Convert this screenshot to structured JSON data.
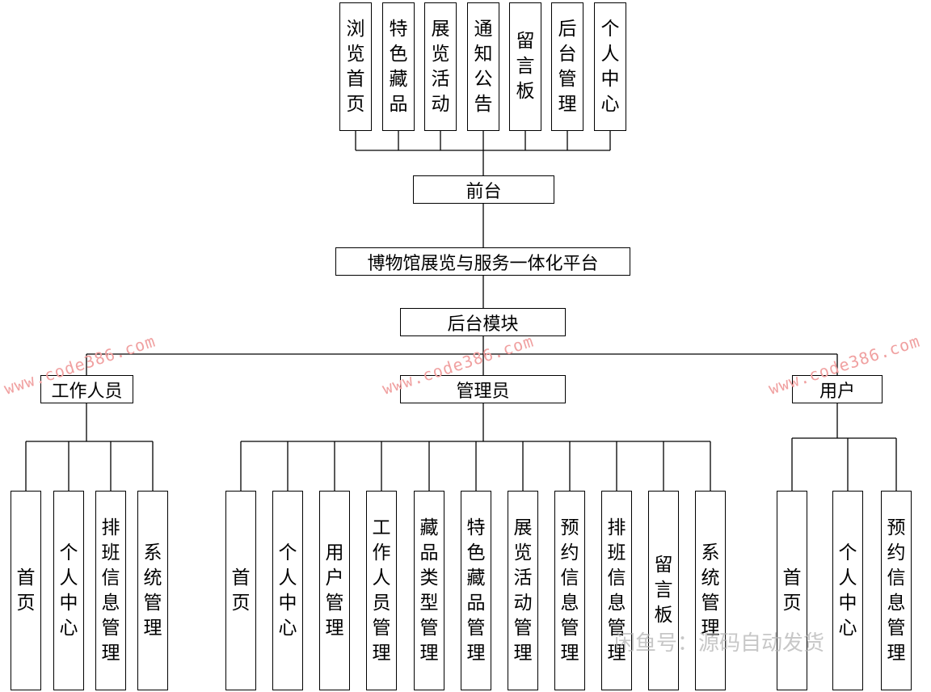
{
  "title": "博物馆展览与服务一体化平台",
  "frontend": {
    "label": "前台",
    "items": [
      "浏览首页",
      "特色藏品",
      "展览活动",
      "通知公告",
      "留言板",
      "后台管理",
      "个人中心"
    ]
  },
  "backend": {
    "label": "后台模块",
    "roles": [
      {
        "label": "工作人员",
        "items": [
          "首页",
          "个人中心",
          "排班信息管理",
          "系统管理"
        ]
      },
      {
        "label": "管理员",
        "items": [
          "首页",
          "个人中心",
          "用户管理",
          "工作人员管理",
          "藏品类型管理",
          "特色藏品管理",
          "展览活动管理",
          "预约信息管理",
          "排班信息管理",
          "留言板",
          "系统管理"
        ]
      },
      {
        "label": "用户",
        "items": [
          "首页",
          "个人中心",
          "预约信息管理"
        ]
      }
    ]
  },
  "watermarks": [
    "www.code386.com",
    "www.code386.com",
    "www.code386.com"
  ],
  "stamp": "闲鱼号：源码自动发货"
}
